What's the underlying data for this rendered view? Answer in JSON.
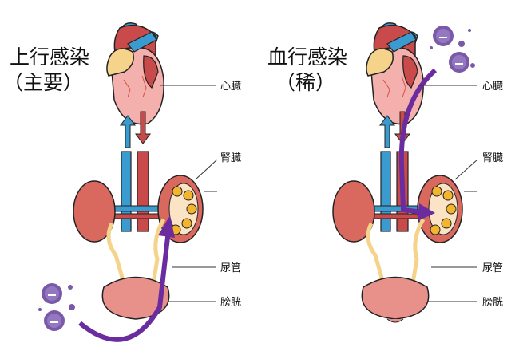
{
  "panels": [
    {
      "title": "上行感染",
      "subtitle": "（主要）",
      "labels": {
        "heart": "心臓",
        "kidney": "腎臓",
        "ureter": "尿管",
        "bladder": "膀胱"
      }
    },
    {
      "title": "血行感染",
      "subtitle": "（稀）",
      "labels": {
        "heart": "心臓",
        "kidney": "腎臓",
        "ureter": "尿管",
        "bladder": "膀胱"
      }
    }
  ],
  "colors": {
    "infection_path": "#6a2c9e",
    "artery": "#c94a4a",
    "vein": "#3a9bd0",
    "kidney": "#d9695f",
    "bladder": "#e8908a",
    "bacteria": "#7a5aa8"
  }
}
